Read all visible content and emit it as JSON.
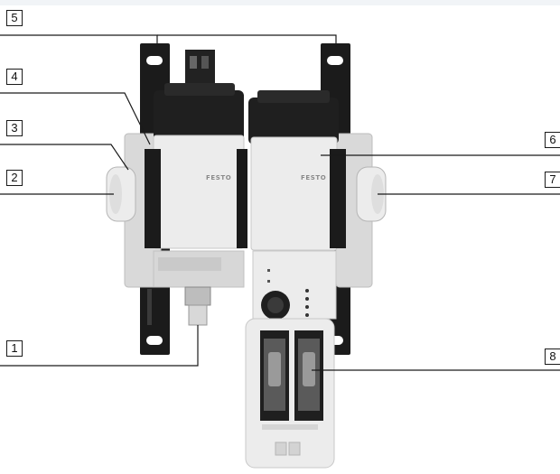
{
  "callouts": [
    {
      "id": "5",
      "label": "5"
    },
    {
      "id": "4",
      "label": "4"
    },
    {
      "id": "3",
      "label": "3"
    },
    {
      "id": "2",
      "label": "2"
    },
    {
      "id": "1",
      "label": "1"
    },
    {
      "id": "6",
      "label": "6"
    },
    {
      "id": "7",
      "label": "7"
    },
    {
      "id": "8",
      "label": "8"
    }
  ],
  "brand_labels": {
    "left_module": "FESTO",
    "right_module": "FESTO"
  },
  "colors": {
    "housing": "#ececec",
    "housing_shade": "#d7d7d7",
    "bracket": "#1b1b1b",
    "cap": "#1f1f1f",
    "line": "#1a1a1a"
  }
}
